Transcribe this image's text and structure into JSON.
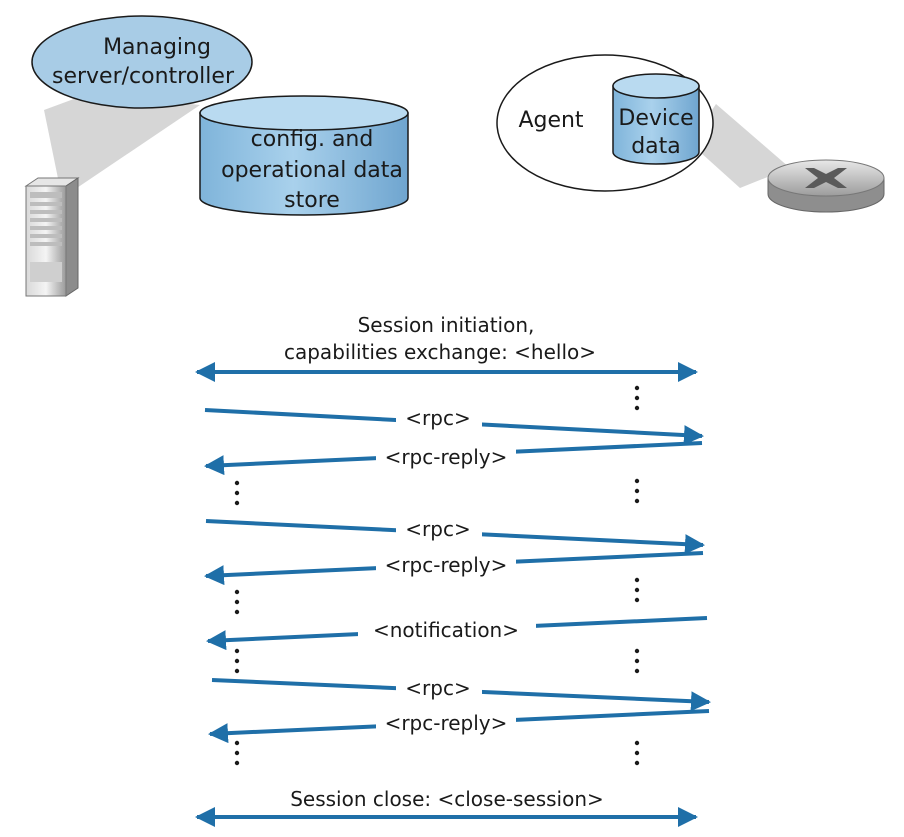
{
  "manager": {
    "label_line1": "Managing",
    "label_line2": "server/controller",
    "store_line1": "config. and",
    "store_line2": "operational data",
    "store_line3": "store",
    "server_icon": "server-tower-icon"
  },
  "device": {
    "agent_label": "Agent",
    "data_line1": "Device",
    "data_line2": "data",
    "device_icon": "router-icon"
  },
  "messages": {
    "hello_line1": "Session initiation,",
    "hello_line2": "capabilities exchange: <hello>",
    "rpc_1": "<rpc>",
    "rpc_reply_1": "<rpc-reply>",
    "rpc_2": "<rpc>",
    "rpc_reply_2": "<rpc-reply>",
    "notification": "<notification>",
    "rpc_3": "<rpc>",
    "rpc_reply_3": "<rpc-reply>",
    "close": "Session close:  <close-session>"
  },
  "colors": {
    "arrow": "#1f6fa8",
    "bubble_fill": "#a8cce6",
    "cylinder_fill": "#93c3e3",
    "outline": "#1a1a1a"
  }
}
